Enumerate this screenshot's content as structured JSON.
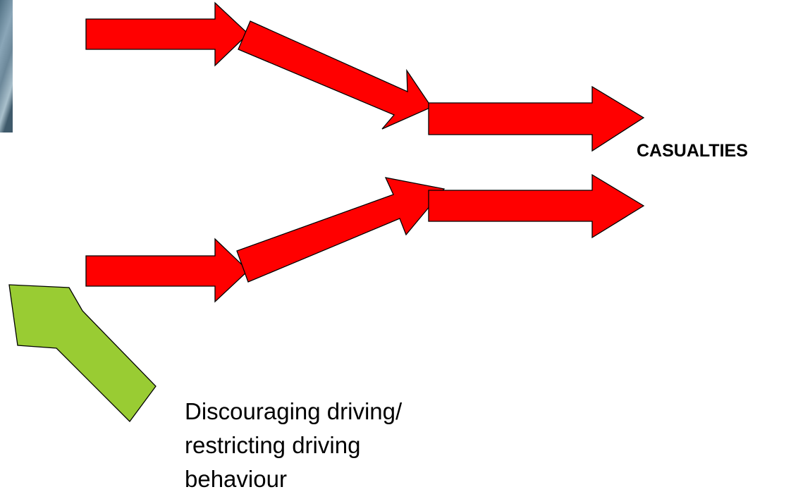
{
  "outcome_label": "CASUALTIES",
  "intervention_caption": {
    "lines": [
      "Discouraging driving/",
      "restricting driving",
      "behaviour"
    ]
  },
  "colors": {
    "pathway_arrow": "#ff0000",
    "intervention_arrow": "#99cc33",
    "outline": "#000000"
  }
}
